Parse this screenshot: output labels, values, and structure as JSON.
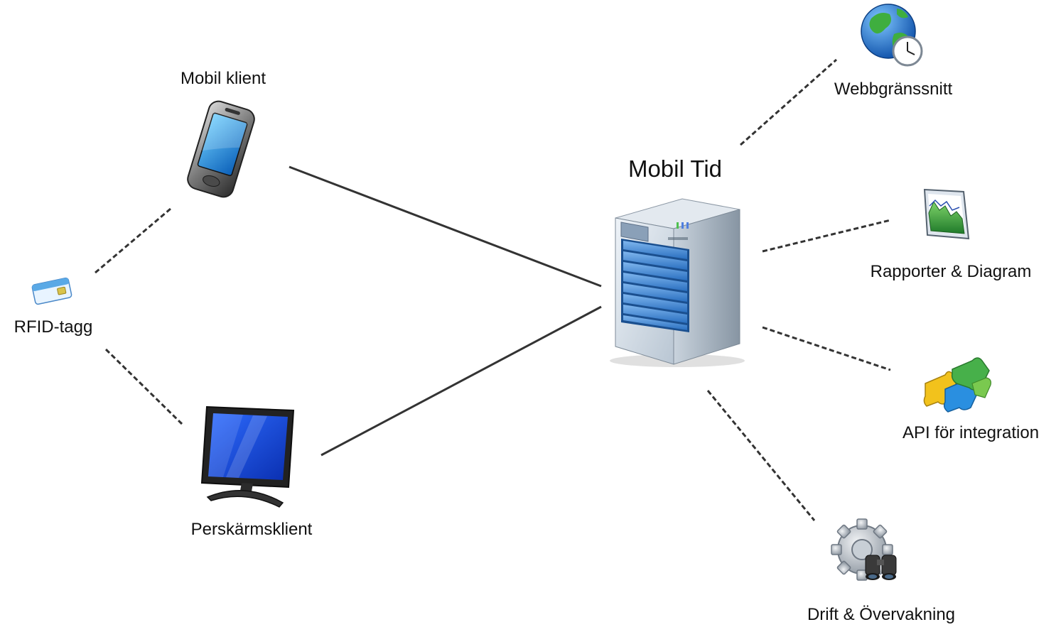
{
  "diagram": {
    "center": {
      "label": "Mobil Tid",
      "icon": "server-icon"
    },
    "clients": [
      {
        "id": "mobile",
        "label": "Mobil klient",
        "icon": "mobile-phone-icon"
      },
      {
        "id": "screen",
        "label": "Perskärmsklient",
        "icon": "monitor-icon"
      },
      {
        "id": "rfid",
        "label": "RFID-tagg",
        "icon": "rfid-card-icon"
      }
    ],
    "services": [
      {
        "id": "web",
        "label": "Webbgränssnitt",
        "icon": "globe-clock-icon"
      },
      {
        "id": "reports",
        "label": "Rapporter & Diagram",
        "icon": "chart-icon"
      },
      {
        "id": "api",
        "label": "API för integration",
        "icon": "puzzle-icon"
      },
      {
        "id": "ops",
        "label": "Drift & Övervakning",
        "icon": "gear-binoculars-icon"
      }
    ],
    "connections": [
      {
        "from": "mobile",
        "to": "center",
        "style": "solid"
      },
      {
        "from": "screen",
        "to": "center",
        "style": "solid"
      },
      {
        "from": "rfid",
        "to": "mobile",
        "style": "dashed"
      },
      {
        "from": "rfid",
        "to": "screen",
        "style": "dashed"
      },
      {
        "from": "center",
        "to": "web",
        "style": "dashed"
      },
      {
        "from": "center",
        "to": "reports",
        "style": "dashed"
      },
      {
        "from": "center",
        "to": "api",
        "style": "dashed"
      },
      {
        "from": "center",
        "to": "ops",
        "style": "dashed"
      }
    ]
  }
}
